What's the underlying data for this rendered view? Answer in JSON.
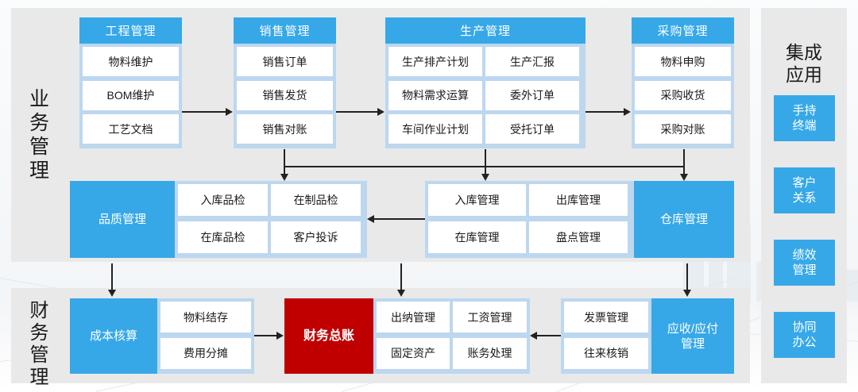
{
  "sections": {
    "business_label": "业务管理",
    "finance_label": "财务管理",
    "integration_title": "集成\n应用"
  },
  "business_row": [
    {
      "key": "engineering",
      "title": "工程管理",
      "items": [
        "物料维护",
        "BOM维护",
        "工艺文档"
      ]
    },
    {
      "key": "sales",
      "title": "销售管理",
      "items": [
        "销售订单",
        "销售发货",
        "销售对账"
      ]
    },
    {
      "key": "production",
      "title": "生产管理",
      "items": [
        "生产排产计划",
        "生产汇报",
        "物料需求运算",
        "委外订单",
        "车间作业计划",
        "受托订单"
      ]
    },
    {
      "key": "procurement",
      "title": "采购管理",
      "items": [
        "物料申购",
        "采购收货",
        "采购对账"
      ]
    }
  ],
  "quality": {
    "title": "品质管理",
    "items": [
      "入库品检",
      "在制品检",
      "在库品检",
      "客户投诉"
    ]
  },
  "warehouse": {
    "title": "仓库管理",
    "items": [
      "入库管理",
      "出库管理",
      "在库管理",
      "盘点管理"
    ]
  },
  "finance": {
    "cost": {
      "title": "成本核算",
      "items": [
        "物料结存",
        "费用分摊"
      ]
    },
    "ledger": {
      "title": "财务总账"
    },
    "ledger_items": [
      "出纳管理",
      "工资管理",
      "固定资产",
      "账务处理"
    ],
    "receivable": {
      "title": "应收/应付\n管理",
      "items": [
        "发票管理",
        "往来核销"
      ]
    }
  },
  "integration_apps": [
    "手持\n终端",
    "客户\n关系",
    "绩效\n管理",
    "协同\n办公"
  ],
  "colors": {
    "accent_blue": "#36a8e8",
    "container_blue": "#bdd7ef",
    "panel_gray": "#e9e9e9",
    "ledger_red": "#c00000",
    "cell_white": "#ffffff",
    "text_dark": "#1a1a1a"
  }
}
